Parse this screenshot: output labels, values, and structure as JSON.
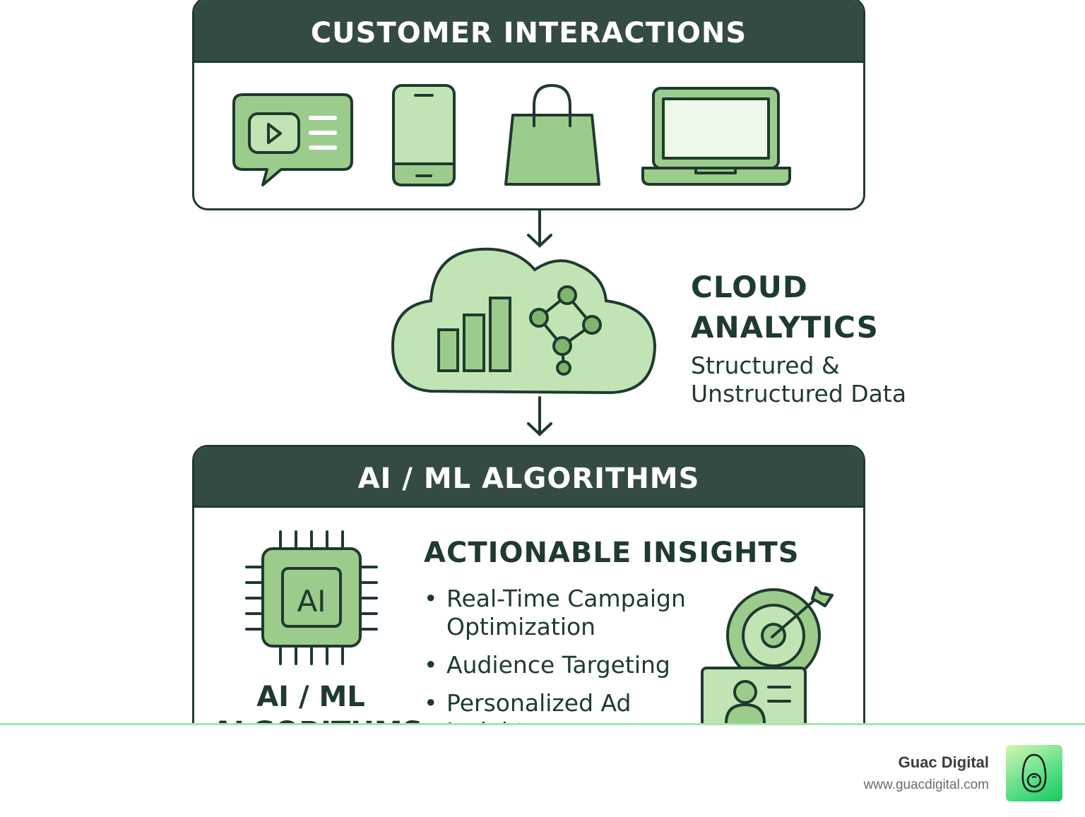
{
  "colors": {
    "dark": "#1f3a2e",
    "header_bg": "#344a44",
    "green_mid": "#9ccc8c",
    "green_light": "#c2e4b4",
    "green_pale": "#eef8e8",
    "footer_line": "#a3e6a8"
  },
  "sections": {
    "customer_interactions": {
      "title": "CUSTOMER INTERACTIONS",
      "icons": [
        "video-chat-icon",
        "smartphone-icon",
        "shopping-bag-icon",
        "laptop-icon"
      ]
    },
    "cloud_analytics": {
      "title_line1": "CLOUD",
      "title_line2": "ANALYTICS",
      "subtitle_line1": "Structured &",
      "subtitle_line2": "Unstructured Data"
    },
    "ai_ml": {
      "title": "AI / ML ALGORITHMS",
      "chip_text": "AI",
      "chip_label_line1": "AI / ML",
      "chip_label_line2": "ALGORITHMS",
      "insights_title": "ACTIONABLE INSIGHTS",
      "insights": [
        "Real-Time Campaign Optimization",
        "Audience Targeting",
        "Personalized Ad Insights"
      ]
    }
  },
  "footer": {
    "brand_name": "Guac Digital",
    "brand_url": "www.guacdigital.com"
  }
}
